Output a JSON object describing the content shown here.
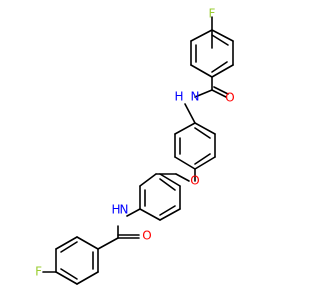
{
  "molecule": {
    "atom_labels": {
      "f_top": "F",
      "n_top": "N",
      "h_top": "H",
      "o_top": "O",
      "o_ether": "O",
      "n_bottom": "N",
      "h_bottom": "H",
      "o_bottom": "O",
      "f_bottom": "F"
    },
    "colors": {
      "bond": "#000000",
      "fluorine": "#9acd32",
      "nitrogen": "#0000ff",
      "oxygen": "#ff0000"
    }
  }
}
